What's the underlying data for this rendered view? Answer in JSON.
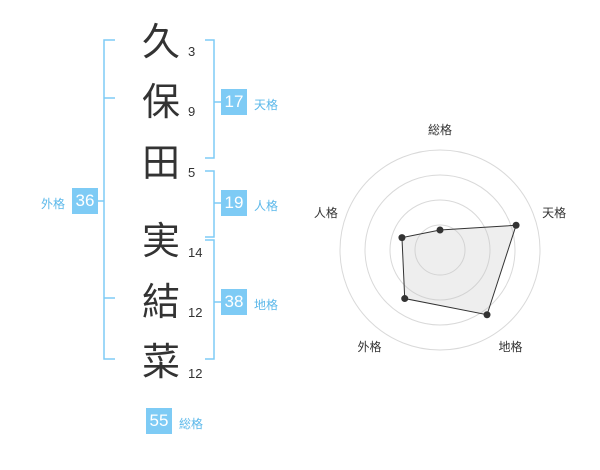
{
  "colors": {
    "accent": "#7ecbf5",
    "label": "#5bb8ea",
    "text": "#333333"
  },
  "name": {
    "chars": [
      {
        "char": "久",
        "strokes": "3"
      },
      {
        "char": "保",
        "strokes": "9"
      },
      {
        "char": "田",
        "strokes": "5"
      },
      {
        "char": "実",
        "strokes": "14"
      },
      {
        "char": "結",
        "strokes": "12"
      },
      {
        "char": "菜",
        "strokes": "12"
      }
    ]
  },
  "kakusu": {
    "tenkaku": {
      "value": "17",
      "label": "天格"
    },
    "jinkaku": {
      "value": "19",
      "label": "人格"
    },
    "chikaku": {
      "value": "38",
      "label": "地格"
    },
    "gaikaku": {
      "value": "36",
      "label": "外格"
    },
    "soukaku": {
      "value": "55",
      "label": "総格"
    }
  },
  "chart_data": {
    "type": "radar",
    "axes": [
      "総格",
      "天格",
      "地格",
      "外格",
      "人格"
    ],
    "values": [
      0.2,
      0.8,
      0.8,
      0.6,
      0.4
    ],
    "rings": 4,
    "range": [
      0,
      1
    ]
  }
}
